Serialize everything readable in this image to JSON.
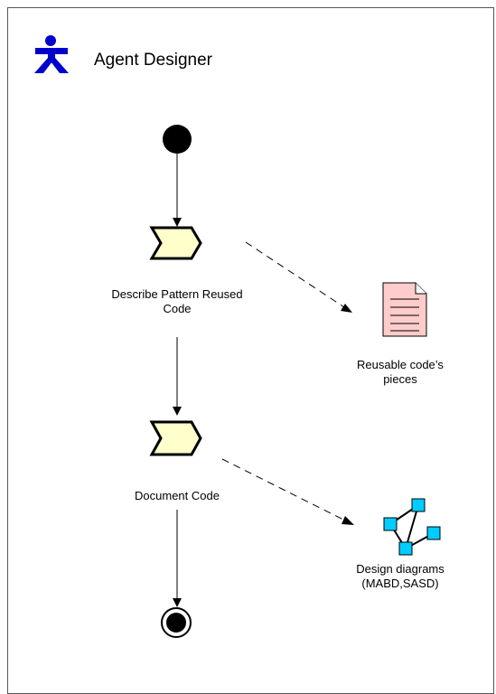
{
  "role": {
    "icon": "actor-icon",
    "title": "Agent Designer",
    "color": "#0000cc"
  },
  "activities": [
    {
      "label": "Describe Pattern Reused\nCode",
      "icon": "activity-chevron-icon",
      "fill": "#ffffcc"
    },
    {
      "label": "Document Code",
      "icon": "activity-chevron-icon",
      "fill": "#ffffcc"
    }
  ],
  "work_products": [
    {
      "label": "Reusable code’s\npieces",
      "icon": "document-icon",
      "fill": "#ffcccc"
    },
    {
      "label": "Design diagrams\n(MABD,SASD)",
      "icon": "diagram-icon",
      "fill": "#00ccff"
    }
  ],
  "nodes": {
    "start": "initial-node-icon",
    "end": "final-node-icon"
  }
}
